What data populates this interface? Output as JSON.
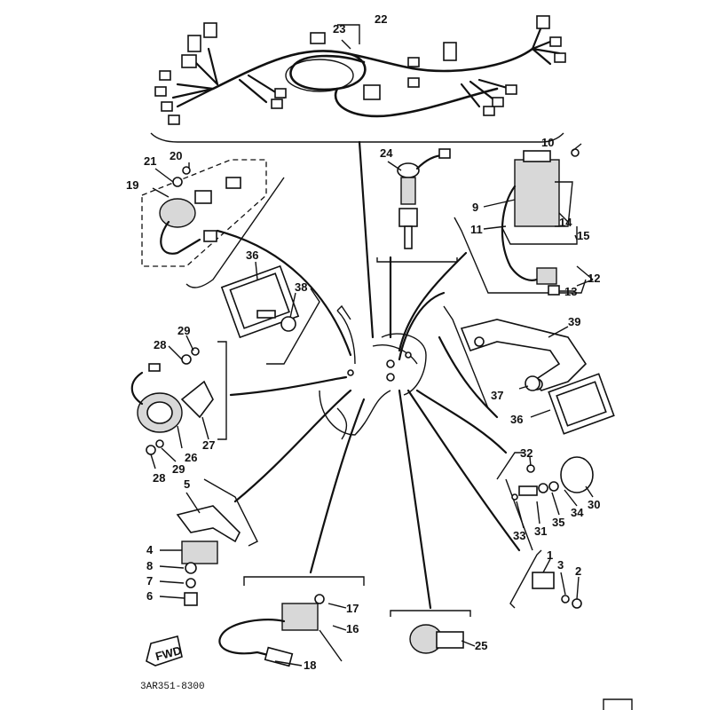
{
  "diagram": {
    "part_code": "3AR351-8300",
    "fwd_label": "FWD",
    "callouts": {
      "c1": "1",
      "c2": "2",
      "c3": "3",
      "c4": "4",
      "c5": "5",
      "c6": "6",
      "c7": "7",
      "c8": "8",
      "c9": "9",
      "c10": "10",
      "c11": "11",
      "c12": "12",
      "c13": "13",
      "c14": "14",
      "c15": "15",
      "c16": "16",
      "c17": "17",
      "c18": "18",
      "c19": "19",
      "c20": "20",
      "c21": "21",
      "c22": "22",
      "c23": "23",
      "c24": "24",
      "c25": "25",
      "c26": "26",
      "c27": "27",
      "c28a": "28",
      "c28b": "28",
      "c29a": "29",
      "c29b": "29",
      "c30": "30",
      "c31": "31",
      "c32": "32",
      "c33": "33",
      "c34": "34",
      "c35": "35",
      "c36a": "36",
      "c36b": "36",
      "c37": "37",
      "c38": "38",
      "c39": "39"
    }
  }
}
